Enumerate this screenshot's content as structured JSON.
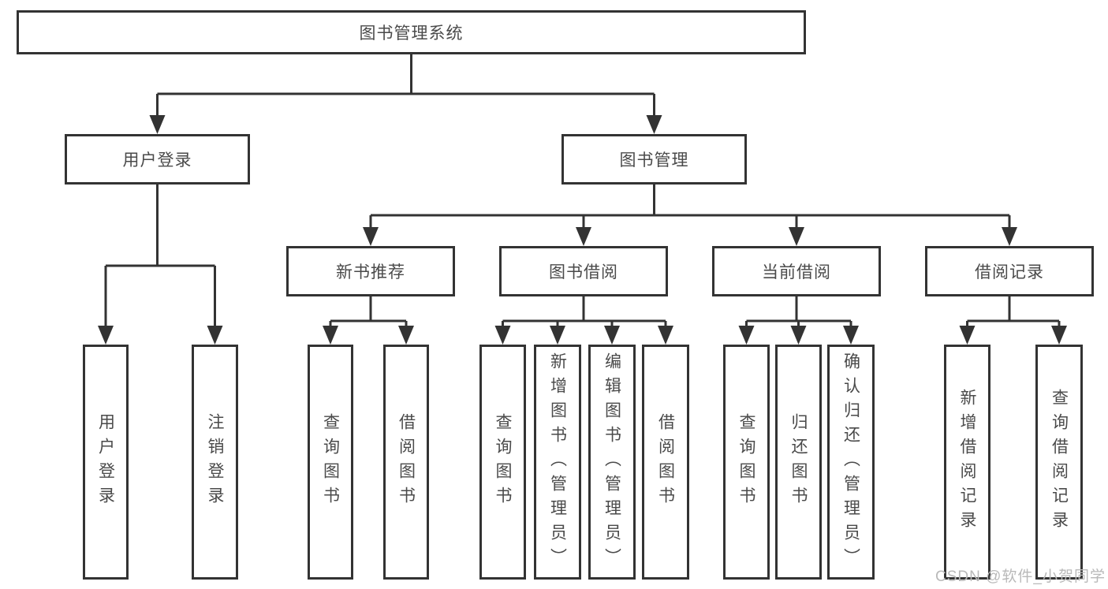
{
  "diagram": {
    "title": "图书管理系统",
    "colors": {
      "line": "#333333",
      "text": "#4a4a4a",
      "box_bg": "#ffffff",
      "watermark": "#b9b9b9"
    },
    "nodes": {
      "root": "图书管理系统",
      "user_login": "用户登录",
      "book_mgmt": "图书管理",
      "new_book_rec": "新书推荐",
      "book_borrow": "图书借阅",
      "current_borrow": "当前借阅",
      "borrow_record": "借阅记录",
      "leaf_user_login": "用户登录",
      "leaf_logout": "注销登录",
      "leaf_nb_query": "查询图书",
      "leaf_nb_borrow": "借阅图书",
      "leaf_bb_query": "查询图书",
      "leaf_bb_add": "新增图书（管理员）",
      "leaf_bb_edit": "编辑图书（管理员）",
      "leaf_bb_borrow": "借阅图书",
      "leaf_cb_query": "查询图书",
      "leaf_cb_return": "归还图书",
      "leaf_cb_confirm": "确认归还（管理员）",
      "leaf_br_add": "新增借阅记录",
      "leaf_br_query": "查询借阅记录"
    },
    "watermark": "CSDN @软件_小贺同学"
  }
}
